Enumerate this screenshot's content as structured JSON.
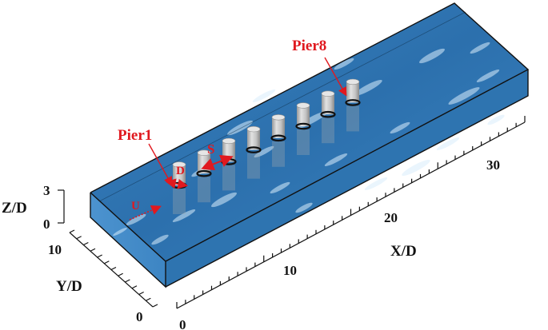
{
  "labels": {
    "pier_first": "Pier1",
    "pier_last": "Pier8",
    "spacing": "S",
    "diameter": "D",
    "flow": "U"
  },
  "axes": {
    "x": {
      "title": "X/D",
      "ticks": [
        "0",
        "10",
        "20",
        "30"
      ]
    },
    "y": {
      "title": "Y/D",
      "ticks": [
        "0",
        "10"
      ]
    },
    "z": {
      "title": "Z/D",
      "ticks": [
        "0",
        "3"
      ]
    }
  },
  "colors": {
    "water_top": "#2f77b6",
    "water_front": "#3f87c4",
    "water_side": "#2a6ea9",
    "annotation": "#e0191f",
    "pier": "#c8c8c8"
  },
  "pier_count": 8
}
